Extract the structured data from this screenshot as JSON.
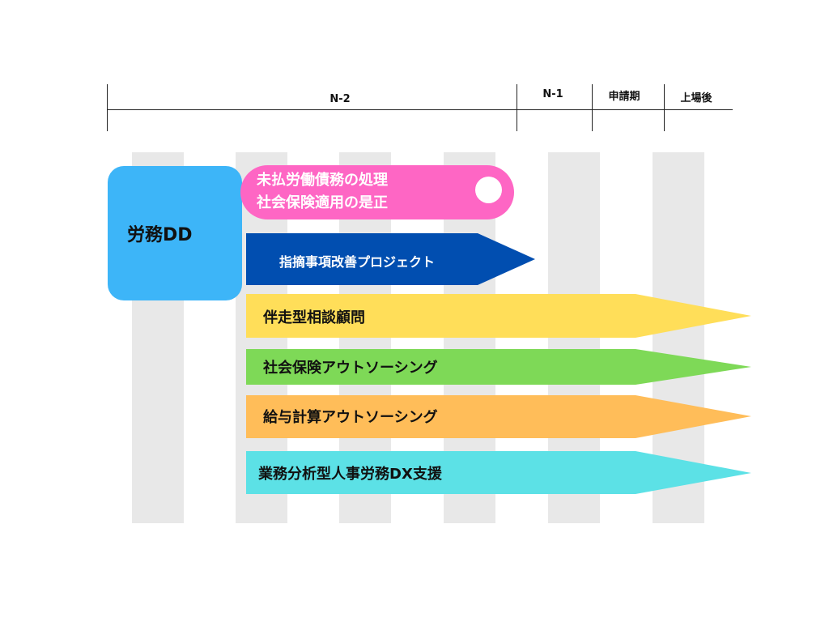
{
  "timeline": {
    "periods": [
      "N-2",
      "N-1",
      "申請期",
      "上場後"
    ]
  },
  "dd": {
    "label": "労務DD",
    "color": "#3db5f8"
  },
  "pink_item": {
    "line1": "未払労働債務の処理",
    "line2": "社会保険適用の是正",
    "color": "#fe66c4"
  },
  "arrows": [
    {
      "label": "指摘事項改善プロジェクト",
      "color": "#014eb0",
      "text_color": "#ffffff"
    },
    {
      "label": "伴走型相談顧問",
      "color": "#ffde59",
      "text_color": "#111111"
    },
    {
      "label": "社会保険アウトソーシング",
      "color": "#7ed957",
      "text_color": "#111111"
    },
    {
      "label": "給与計算アウトソーシング",
      "color": "#ffbd59",
      "text_color": "#111111"
    },
    {
      "label": "業務分析型人事労務DX支援",
      "color": "#5ce1e6",
      "text_color": "#111111"
    }
  ]
}
